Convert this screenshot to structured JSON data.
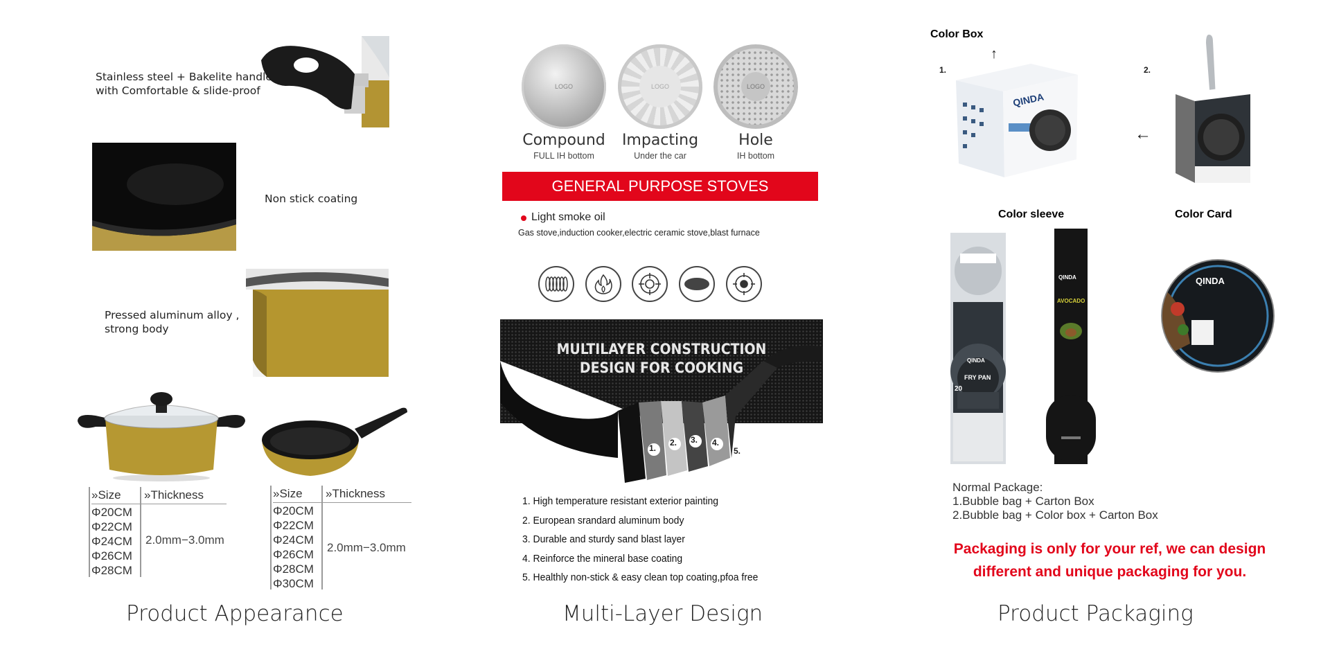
{
  "panel1": {
    "caption": "Product Appearance",
    "features": [
      {
        "line1": "Stainless steel + Bakelite handle",
        "line2": "with Comfortable & slide-proof"
      },
      {
        "line1": "Non stick coating",
        "line2": ""
      },
      {
        "line1": "Pressed aluminum alloy ,",
        "line2": "strong body"
      }
    ],
    "table_left": {
      "size_header": "Size",
      "thickness_header": "Thickness",
      "sizes": [
        "Φ20CM",
        "Φ22CM",
        "Φ24CM",
        "Φ26CM",
        "Φ28CM"
      ],
      "thickness": "2.0mm−3.0mm"
    },
    "table_right": {
      "size_header": "Size",
      "thickness_header": "Thickness",
      "sizes": [
        "Φ20CM",
        "Φ22CM",
        "Φ24CM",
        "Φ26CM",
        "Φ28CM",
        "Φ30CM"
      ],
      "thickness": "2.0mm−3.0mm"
    },
    "arrow_glyph": "»"
  },
  "panel2": {
    "caption": "Multi-Layer Design",
    "bottoms": [
      {
        "title": "Compound",
        "sub": "FULL IH bottom",
        "logo": "LOGO"
      },
      {
        "title": "Impacting",
        "sub": "Under the car",
        "logo": "LOGO"
      },
      {
        "title": "Hole",
        "sub": "IH bottom",
        "logo": "LOGO"
      }
    ],
    "banner": "GENERAL PURPOSE STOVES",
    "oil_title": "Light smoke oil",
    "stove_types": "Gas stove,induction cooker,electric ceramic stove,blast furnace",
    "construction_line1": "MULTILAYER CONSTRUCTION",
    "construction_line2": "DESIGN FOR COOKING",
    "layer_numbers": [
      "1.",
      "2.",
      "3.",
      "4.",
      "5."
    ],
    "layers": [
      "1. High temperature resistant exterior painting",
      "2. European srandard aluminum body",
      "3. Durable and sturdy sand blast layer",
      "4. Reinforce the mineral base coating",
      "5. Healthly non-stick & easy clean top coating,pfoa free"
    ]
  },
  "panel3": {
    "caption": "Product Packaging",
    "color_box": "Color Box",
    "color_sleeve": "Color sleeve",
    "color_card": "Color Card",
    "num1": "1.",
    "num2": "2.",
    "brand": "QINDA",
    "sleeve_brand": "QINDA",
    "sleeve_fry": "FRY PAN",
    "sleeve_avocado": "AVOCADO",
    "sleeve_size": "20",
    "normal_package_title": "Normal Package:",
    "normal_package_1": "1.Bubble bag + Carton Box",
    "normal_package_2": "2.Bubble bag + Color box + Carton Box",
    "note_line1": "Packaging is only for your ref, we can design",
    "note_line2": "different and unique packaging for you."
  },
  "colors": {
    "accent_red": "#e2061b",
    "gold": "#b8962e",
    "dark": "#1b1b1b"
  }
}
